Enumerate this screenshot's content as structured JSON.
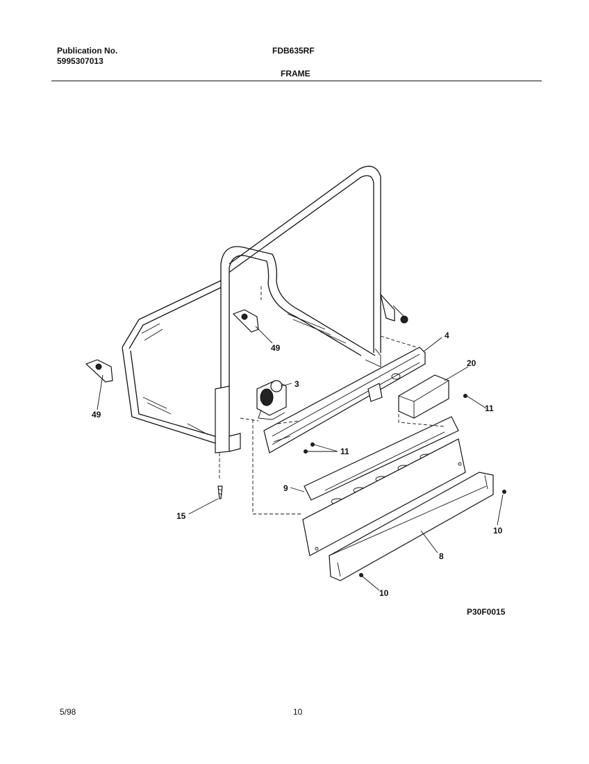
{
  "header": {
    "publication_label": "Publication No.",
    "publication_number": "5995307013",
    "model": "FDB635RF",
    "section_title": "FRAME"
  },
  "diagram": {
    "code": "P30F0015",
    "callouts": {
      "c4": "4",
      "c20": "20",
      "c3": "3",
      "c49_upper": "49",
      "c49_left": "49",
      "c11_right": "11",
      "c11_center": "11",
      "c9": "9",
      "c15": "15",
      "c10_right": "10",
      "c8": "8",
      "c10_bottom": "10"
    }
  },
  "footer": {
    "date": "5/98",
    "page": "10"
  }
}
